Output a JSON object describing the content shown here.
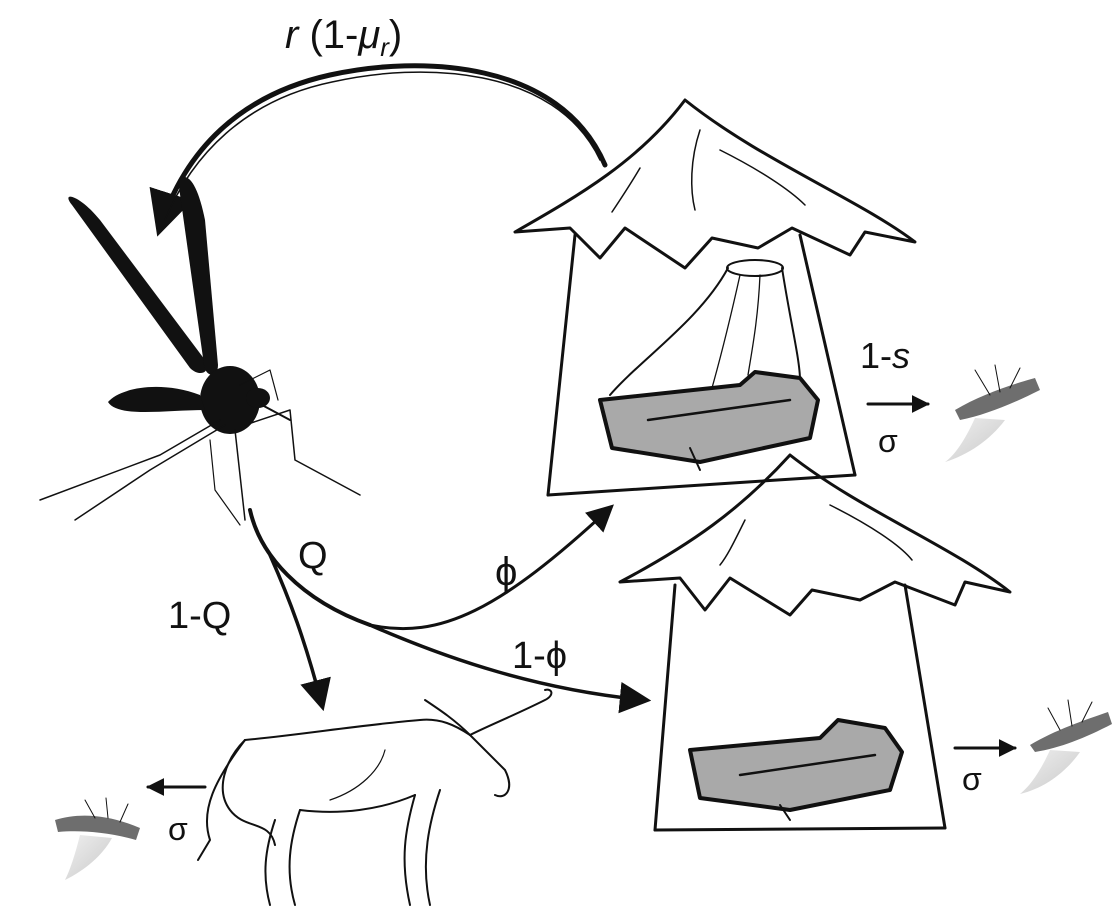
{
  "labels": {
    "top_arc_r": "r",
    "top_arc_paren_open": " (1-",
    "top_arc_mu": "μ",
    "top_arc_mu_sub": "r",
    "top_arc_paren_close": ")",
    "q": "Q",
    "one_minus_q": "1-Q",
    "phi": "ϕ",
    "one_minus_phi": "1-ϕ",
    "one_minus_s_prefix": "1-",
    "one_minus_s_var": "s",
    "sigma_house1": "σ",
    "sigma_house2": "σ",
    "sigma_cow": "σ"
  },
  "colors": {
    "ink": "#111111",
    "mattress": "#a9a9a9",
    "mosquito_grey": "#8a8a8a"
  }
}
